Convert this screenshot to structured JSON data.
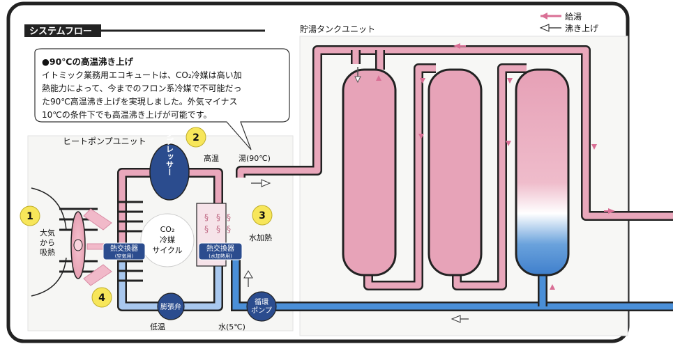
{
  "header": {
    "title": "システムフロー",
    "tank_unit_label": "貯湯タンクユニット",
    "heat_pump_label": "ヒートポンプユニット"
  },
  "legend": {
    "supply": "給湯",
    "boil": "沸き上げ"
  },
  "callout": {
    "heading": "●90℃の高温沸き上げ",
    "lines": [
      "イトミック業務用エコキュートは、CO₂冷媒は高い加",
      "熱能力によって、今までのフロン系冷媒で不可能だっ",
      "た90℃高温沸き上げを実現しました。外気マイナス",
      "10℃の条件下でも高温沸き上げが可能です。"
    ]
  },
  "steps": [
    "1",
    "2",
    "3",
    "4"
  ],
  "labels": {
    "air_heat_1": "大気",
    "air_heat_2": "から",
    "air_heat_3": "吸熱",
    "compressor": "コンプレッサー",
    "high_temp": "高温",
    "hot_water": "湯(90℃)",
    "co2_1": "CO₂",
    "co2_2": "冷媒",
    "co2_3": "サイクル",
    "hx_air_1": "熱交換器",
    "hx_air_2": "(空気用)",
    "hx_water_1": "熱交換器",
    "hx_water_2": "(水加熱用)",
    "water_heating": "水加熱",
    "expansion_valve": "膨張弁",
    "low_temp": "低温",
    "water_temp": "水(5℃)",
    "pump_1": "循環",
    "pump_2": "ポンプ"
  },
  "colors": {
    "hot": "#e8a0b4",
    "hot_dark": "#d07090",
    "cold": "#4a90d6",
    "navy": "#2a4c8c",
    "step_yellow": "#f7e65a",
    "frame": "#222222"
  }
}
